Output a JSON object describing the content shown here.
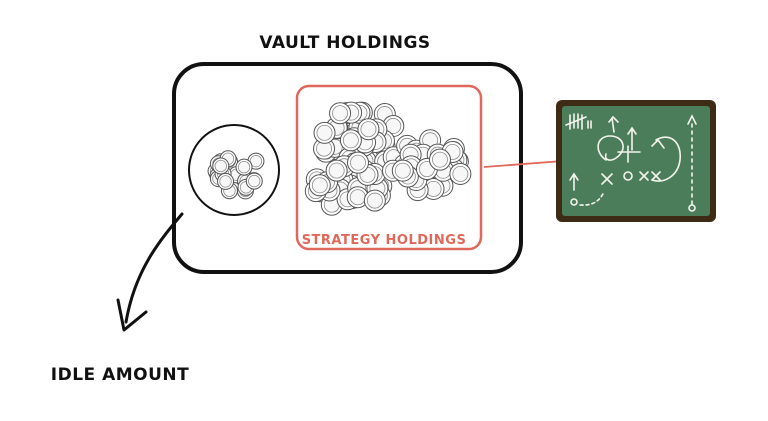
{
  "labels": {
    "vault_holdings": "VAULT HOLDINGS",
    "strategy_holdings": "STRATEGY HOLDINGS",
    "idle_amount": "IDLE AMOUNT"
  },
  "colors": {
    "ink": "#111111",
    "strategy_accent": "#e0685a",
    "chalkboard_fill": "#4c7d5a",
    "chalkboard_frame": "#3e2b16",
    "chalk": "#f4f4ee"
  },
  "icons": {
    "idle_coins": "coin-pile-icon",
    "strategy_coins": "coin-pile-icon",
    "chalkboard": "play-diagram-chalkboard-icon"
  }
}
